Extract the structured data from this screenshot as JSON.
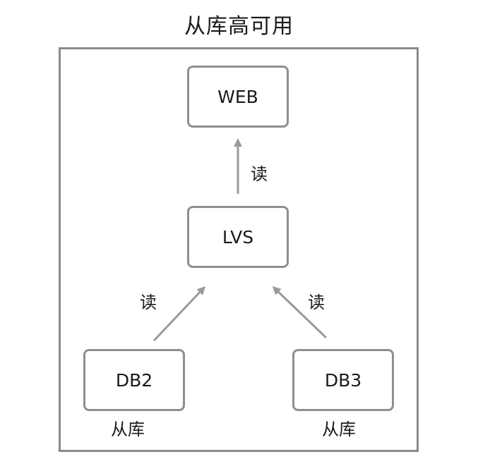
{
  "title": "从库高可用",
  "nodes": {
    "web": "WEB",
    "lvs": "LVS",
    "db2": "DB2",
    "db3": "DB3"
  },
  "edges": [
    {
      "from": "LVS",
      "to": "WEB",
      "label": "读"
    },
    {
      "from": "DB2",
      "to": "LVS",
      "label": "读"
    },
    {
      "from": "DB3",
      "to": "LVS",
      "label": "读"
    }
  ],
  "sublabels": {
    "db2": "从库",
    "db3": "从库"
  },
  "colors": {
    "border": "#8f8f8f",
    "arrow": "#9a9a9a",
    "text": "#1a1a1a"
  }
}
